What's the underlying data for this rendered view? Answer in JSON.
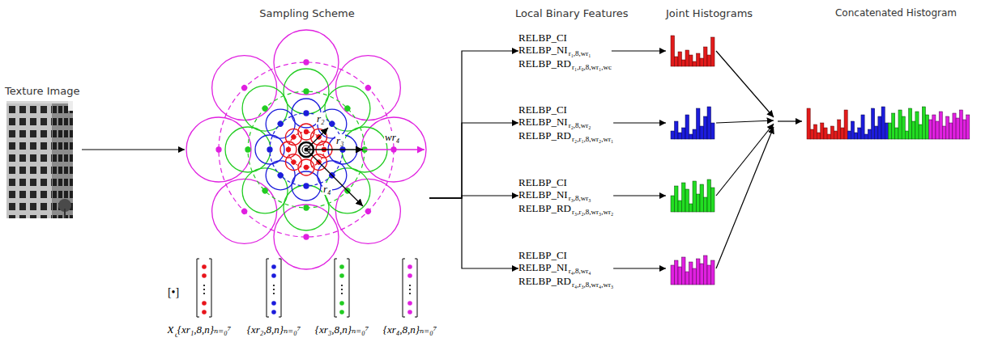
{
  "diagram": {
    "nodes": [
      {
        "text": [
          "Texture Image"
        ]
      },
      {
        "text": [
          "Sampling Scheme"
        ]
      },
      {
        "text": [
          "Local Binary Features"
        ]
      },
      {
        "text": [
          "RELBP_CI",
          "RELBP_NI",
          "r₁,8,wr₁",
          "RELBP_RD",
          "r₁,r₀,8,wr₁,wc"
        ],
        "in": 2
      },
      {
        "text": [
          "RELBP_CI",
          "RELBP_NI",
          "r₂,8,wr₂",
          "RELBP_RD",
          "r₂,r₁,8,wr₂,wr₁"
        ],
        "in": 2
      },
      {
        "text": [
          "RELBP_CI",
          "RELBP_NI",
          "r₃,8,wr₃",
          "RELBP_RD",
          "r₃,r₂,8,wr₃,wr₂"
        ],
        "in": 2
      },
      {
        "text": [
          "RELBP_CI",
          "RELBP_NI",
          "r₄,8,wr₄",
          "RELBP_RD",
          "r₄,r₃,8,wr₄,wr₃"
        ],
        "in": 2
      },
      {
        "text": [
          "Joint Histograms"
        ]
      },
      {
        "text": [
          "Concatenated Histogram"
        ]
      }
    ],
    "edges": [
      {
        "from": 0,
        "to": 1,
        "arrow": "to"
      },
      {
        "from": 1,
        "to": 3,
        "arrow": "to"
      },
      {
        "from": 1,
        "to": 4,
        "arrow": "to"
      },
      {
        "from": 1,
        "to": 5,
        "arrow": "to"
      },
      {
        "from": 1,
        "to": 6,
        "arrow": "to"
      },
      {
        "from": 3,
        "to": 7,
        "arrow": "to"
      },
      {
        "from": 4,
        "to": 7,
        "arrow": "to"
      },
      {
        "from": 5,
        "to": 7,
        "arrow": "to"
      },
      {
        "from": 6,
        "to": 7,
        "arrow": "to"
      },
      {
        "from": 7,
        "to": 8,
        "arrow": "to"
      }
    ],
    "labels": [
      "r₂",
      "r₃",
      "r₄",
      "wr₄",
      "[•]",
      "x",
      "c",
      "{xr₁,8,n}ₙ₌₀⁷",
      "{xr₂,8,n}ₙ₌₀⁷",
      "{xr₃,8,n}ₙ₌₀⁷",
      "{xr₄,8,n}ₙ₌₀⁷"
    ]
  }
}
